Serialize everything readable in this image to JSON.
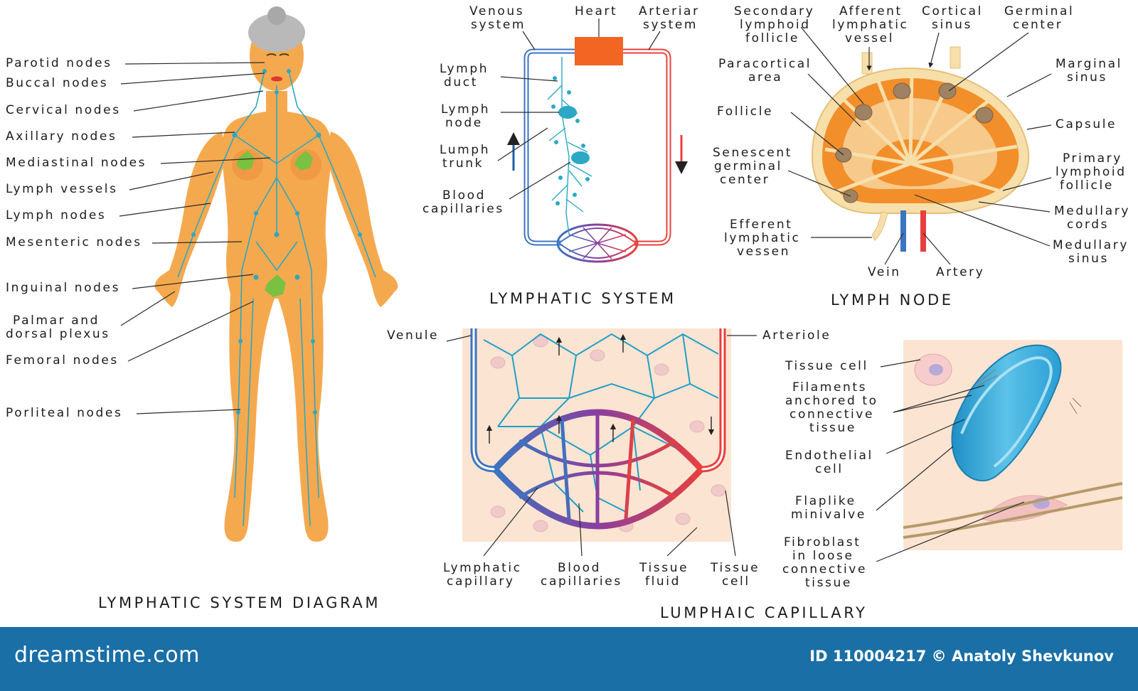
{
  "colors": {
    "skin": "#f5a94f",
    "lymph": "#2ba8c4",
    "vein_blue": "#3b74c0",
    "artery_red": "#e8403d",
    "heart": "#f26522",
    "node_light": "#f7dfaa",
    "node_orange": "#f28f2b",
    "tissue_bg": "#fce4d2",
    "footer_blue": "#1a6fa6"
  },
  "body_diagram": {
    "title": "LYMPHATIC SYSTEM DIAGRAM",
    "labels": [
      "Parotid nodes",
      "Buccal nodes",
      "Cervical nodes",
      "Axillary nodes",
      "Mediastinal nodes",
      "Lymph vessels",
      "Lymph nodes",
      "Mesenteric nodes",
      "Inguinal nodes",
      "Palmar and",
      "dorsal plexus",
      "Femoral nodes",
      "Porliteal nodes"
    ]
  },
  "system_diagram": {
    "title": "LYMPHATIC SYSTEM",
    "labels": {
      "venous_1": "Venous",
      "venous_2": "system",
      "heart": "Heart",
      "arterial_1": "Arteriar",
      "arterial_2": "system",
      "duct_1": "Lymph",
      "duct_2": "duct",
      "node_1": "Lymph",
      "node_2": "node",
      "trunk_1": "Lumph",
      "trunk_2": "trunk",
      "cap_1": "Blood",
      "cap_2": "capillaries"
    }
  },
  "node_diagram": {
    "title": "LYMPH NODE",
    "labels": {
      "secondary_1": "Secondary",
      "secondary_2": "lymphoid",
      "secondary_3": "follicle",
      "afferent_1": "Afferent",
      "afferent_2": "lymphatic",
      "afferent_3": "vessel",
      "cortical_1": "Cortical",
      "cortical_2": "sinus",
      "germinal_1": "Germinal",
      "germinal_2": "center",
      "paracortical_1": "Paracortical",
      "paracortical_2": "area",
      "marginal_1": "Marginal",
      "marginal_2": "sinus",
      "follicle": "Follicle",
      "capsule": "Capsule",
      "senescent_1": "Senescent",
      "senescent_2": "germinal",
      "senescent_3": "center",
      "primary_1": "Primary",
      "primary_2": "lymphoid",
      "primary_3": "follicle",
      "efferent_1": "Efferent",
      "efferent_2": "lymphatic",
      "efferent_3": "vessen",
      "med_cords_1": "Medullary",
      "med_cords_2": "cords",
      "med_sinus_1": "Medullary",
      "med_sinus_2": "sinus",
      "vein": "Vein",
      "artery": "Artery"
    }
  },
  "capillary_diagram": {
    "title": "LUMPHAIC CAPILLARY",
    "labels": {
      "venule": "Venule",
      "arteriole": "Arteriole",
      "lymph_cap_1": "Lymphatic",
      "lymph_cap_2": "capillary",
      "blood_cap_1": "Blood",
      "blood_cap_2": "capillaries",
      "fluid_1": "Tissue",
      "fluid_2": "fluid",
      "tcell_1": "Tissue",
      "tcell_2": "cell"
    }
  },
  "capillary_detail": {
    "labels": {
      "tissue_cell": "Tissue cell",
      "filaments_1": "Filaments",
      "filaments_2": "anchored to",
      "filaments_3": "connective",
      "filaments_4": "tissue",
      "endo_1": "Endothelial",
      "endo_2": "cell",
      "flap_1": "Flaplike",
      "flap_2": "minivalve",
      "fibro_1": "Fibroblast",
      "fibro_2": "in loose",
      "fibro_3": "connective",
      "fibro_4": "tissue"
    }
  },
  "footer": {
    "brand": "dreamstime.com",
    "credit": "ID 110004217 © Anatoly Shevkunov"
  }
}
